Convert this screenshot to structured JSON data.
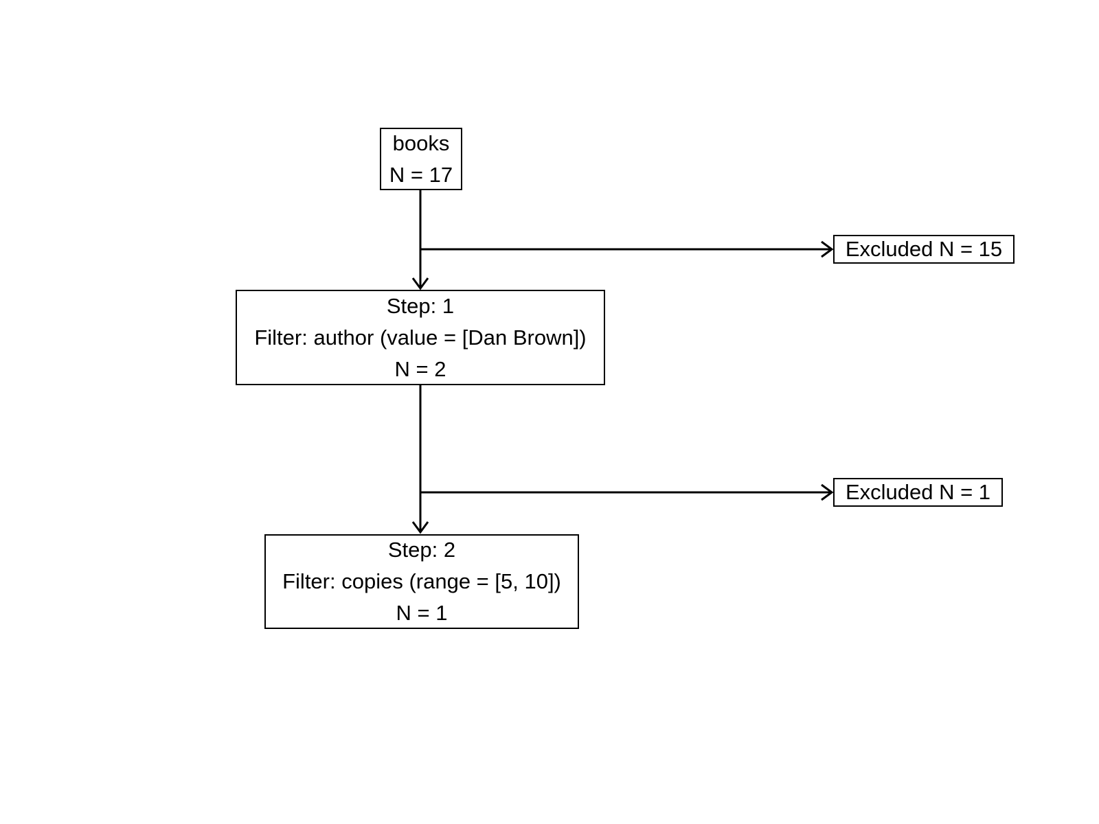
{
  "diagram": {
    "type": "filter-flow-chart",
    "colors": {
      "background": "#ffffff",
      "box_border": "#000000",
      "box_fill": "#ffffff",
      "text": "#000000",
      "arrow": "#000000"
    },
    "source_box": {
      "dataset": "books",
      "count": "N = 17"
    },
    "steps": [
      {
        "step": "Step: 1",
        "filter": "Filter: author (value = [Dan Brown])",
        "count": "N = 2",
        "excluded": "Excluded N = 15"
      },
      {
        "step": "Step: 2",
        "filter": "Filter: copies (range = [5, 10])",
        "count": "N = 1",
        "excluded": "Excluded N = 1"
      }
    ]
  }
}
